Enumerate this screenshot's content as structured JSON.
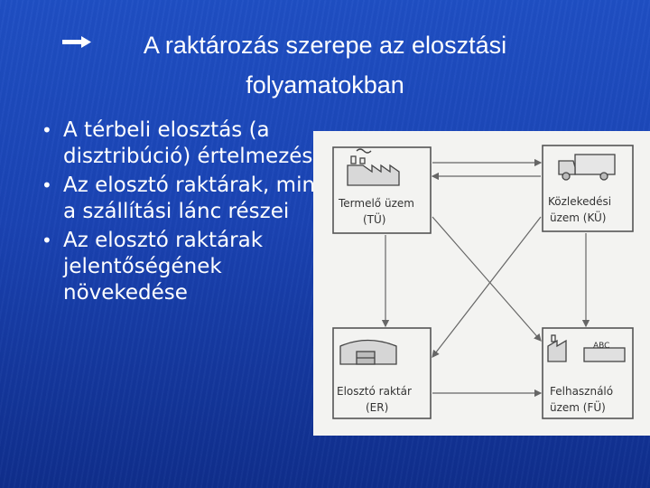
{
  "title": {
    "line1": "A raktározás szerepe az elosztási",
    "line2": "folyamatokban",
    "arrow_icon": "right-arrow-icon"
  },
  "bullets": [
    {
      "text": "A térbeli elosztás (a disztribúció) értelmezése"
    },
    {
      "text": "Az elosztó raktárak, mint a szállítási lánc részei"
    },
    {
      "text": "Az elosztó raktárak jelentőségének növekedése"
    }
  ],
  "diagram": {
    "nodes": {
      "producer": {
        "line1": "Termelő üzem",
        "line2": "(TÜ)",
        "icon": "factory-icon"
      },
      "transport": {
        "line1": "Közlekedési",
        "line2": "üzem (KÜ)",
        "icon": "truck-icon"
      },
      "warehouse": {
        "line1": "Elosztó raktár",
        "line2": "(ER)",
        "icon": "warehouse-icon"
      },
      "consumer": {
        "line1": "Felhasználó",
        "line2": "üzem (FÜ)",
        "icon": "shop-factory-icon"
      }
    },
    "store_sign": "ABC"
  }
}
